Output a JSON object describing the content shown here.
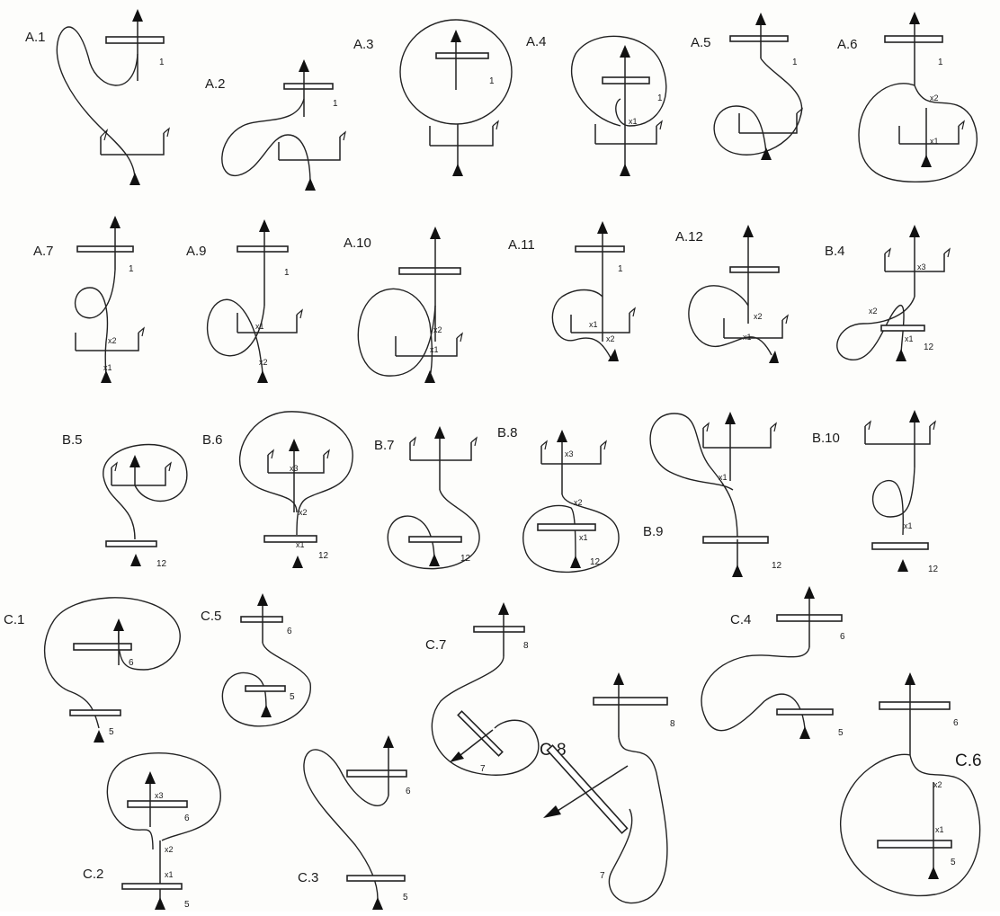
{
  "figures": [
    {
      "id": "A.1",
      "label": "A.1",
      "bar_numbers": [
        "1"
      ],
      "crossing_labels": []
    },
    {
      "id": "A.2",
      "label": "A.2",
      "bar_numbers": [
        "1"
      ],
      "crossing_labels": []
    },
    {
      "id": "A.3",
      "label": "A.3",
      "bar_numbers": [
        "1"
      ],
      "crossing_labels": []
    },
    {
      "id": "A.4",
      "label": "A.4",
      "bar_numbers": [
        "1"
      ],
      "crossing_labels": [
        "x1"
      ]
    },
    {
      "id": "A.5",
      "label": "A.5",
      "bar_numbers": [
        "1"
      ],
      "crossing_labels": []
    },
    {
      "id": "A.6",
      "label": "A.6",
      "bar_numbers": [
        "1"
      ],
      "crossing_labels": [
        "x2",
        "x1"
      ]
    },
    {
      "id": "A.7",
      "label": "A.7",
      "bar_numbers": [
        "1"
      ],
      "crossing_labels": [
        "x2",
        "x1"
      ]
    },
    {
      "id": "A.9",
      "label": "A.9",
      "bar_numbers": [
        "1"
      ],
      "crossing_labels": [
        "x1",
        "x2"
      ]
    },
    {
      "id": "A.10",
      "label": "A.10",
      "bar_numbers": [],
      "crossing_labels": [
        "x2",
        "x1"
      ]
    },
    {
      "id": "A.11",
      "label": "A.11",
      "bar_numbers": [
        "1"
      ],
      "crossing_labels": [
        "x1",
        "x2"
      ]
    },
    {
      "id": "A.12",
      "label": "A.12",
      "bar_numbers": [],
      "crossing_labels": [
        "x2",
        "x1"
      ]
    },
    {
      "id": "B.4",
      "label": "B.4",
      "bar_numbers": [
        "12"
      ],
      "crossing_labels": [
        "x3",
        "x2",
        "x1"
      ]
    },
    {
      "id": "B.5",
      "label": "B.5",
      "bar_numbers": [
        "12"
      ],
      "crossing_labels": []
    },
    {
      "id": "B.6",
      "label": "B.6",
      "bar_numbers": [
        "12"
      ],
      "crossing_labels": [
        "x3",
        "x2",
        "x1"
      ]
    },
    {
      "id": "B.7",
      "label": "B.7",
      "bar_numbers": [
        "12"
      ],
      "crossing_labels": []
    },
    {
      "id": "B.8",
      "label": "B.8",
      "bar_numbers": [
        "12"
      ],
      "crossing_labels": [
        "x3",
        "x2",
        "x1"
      ]
    },
    {
      "id": "B.9",
      "label": "B.9",
      "bar_numbers": [
        "12"
      ],
      "crossing_labels": [
        "x1"
      ]
    },
    {
      "id": "B.10",
      "label": "B.10",
      "bar_numbers": [
        "12"
      ],
      "crossing_labels": [
        "x1"
      ]
    },
    {
      "id": "C.1",
      "label": "C.1",
      "bar_numbers": [
        "6",
        "5"
      ],
      "crossing_labels": []
    },
    {
      "id": "C.5",
      "label": "C.5",
      "bar_numbers": [
        "6",
        "5"
      ],
      "crossing_labels": []
    },
    {
      "id": "C.7",
      "label": "C.7",
      "bar_numbers": [
        "8",
        "7"
      ],
      "crossing_labels": []
    },
    {
      "id": "C.4",
      "label": "C.4",
      "bar_numbers": [
        "6",
        "5"
      ],
      "crossing_labels": []
    },
    {
      "id": "C.2",
      "label": "C.2",
      "bar_numbers": [
        "6",
        "5"
      ],
      "crossing_labels": [
        "x3",
        "x2",
        "x1"
      ]
    },
    {
      "id": "C.3",
      "label": "C.3",
      "bar_numbers": [
        "6",
        "5"
      ],
      "crossing_labels": []
    },
    {
      "id": "C.8",
      "label": "C.8",
      "bar_numbers": [
        "8",
        "7"
      ],
      "crossing_labels": []
    },
    {
      "id": "C.6",
      "label": "C.6",
      "bar_numbers": [
        "6",
        "5"
      ],
      "crossing_labels": [
        "x2",
        "x1"
      ]
    }
  ]
}
